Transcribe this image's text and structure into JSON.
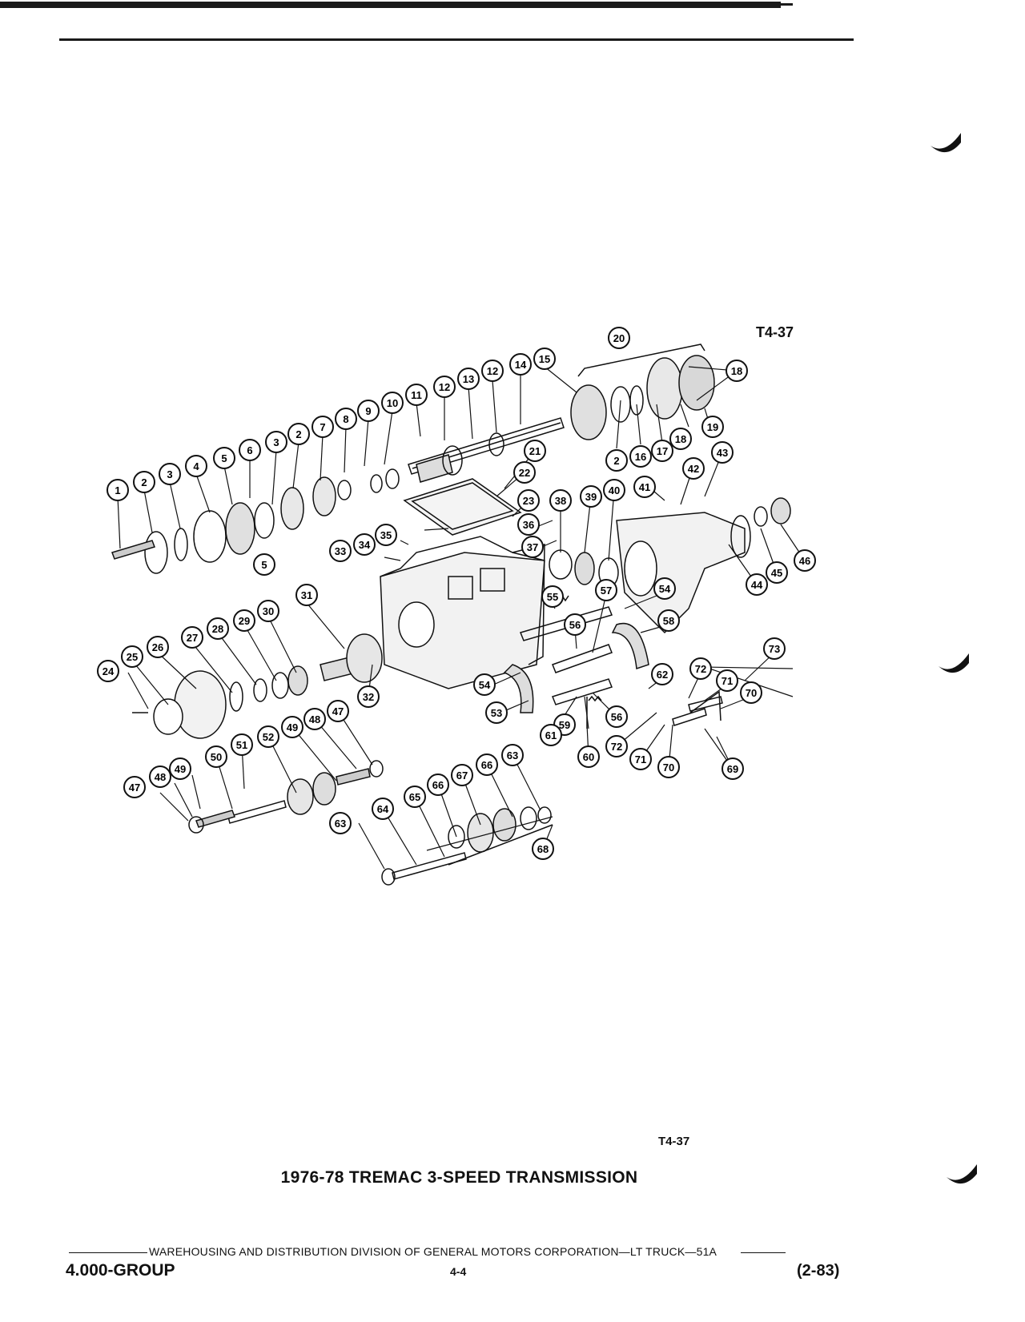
{
  "figure_id_top": "T4-37",
  "figure_id_bottom": "T4-37",
  "caption": "1976-78 TREMAC 3-SPEED TRANSMISSION",
  "footer": {
    "distribution_line": "WAREHOUSING AND DISTRIBUTION DIVISION OF GENERAL MOTORS CORPORATION—LT TRUCK—51A",
    "group": "4.000-GROUP",
    "page": "4-4",
    "revision": "(2-83)"
  },
  "callouts": [
    "1",
    "2",
    "3",
    "4",
    "5",
    "6",
    "3",
    "2",
    "7",
    "8",
    "9",
    "10",
    "11",
    "12",
    "13",
    "12",
    "14",
    "15",
    "20",
    "18",
    "18",
    "19",
    "16",
    "17",
    "2",
    "21",
    "22",
    "23",
    "33",
    "34",
    "35",
    "36",
    "37",
    "38",
    "39",
    "40",
    "41",
    "42",
    "43",
    "44",
    "45",
    "46",
    "31",
    "55",
    "56",
    "57",
    "54",
    "58",
    "24",
    "25",
    "26",
    "27",
    "28",
    "29",
    "30",
    "32",
    "54",
    "53",
    "59",
    "60",
    "56",
    "61",
    "62",
    "72",
    "71",
    "70",
    "73",
    "72",
    "71",
    "70",
    "69",
    "47",
    "48",
    "49",
    "50",
    "51",
    "52",
    "49",
    "48",
    "47",
    "63",
    "64",
    "65",
    "66",
    "67",
    "66",
    "63",
    "68",
    "5"
  ]
}
